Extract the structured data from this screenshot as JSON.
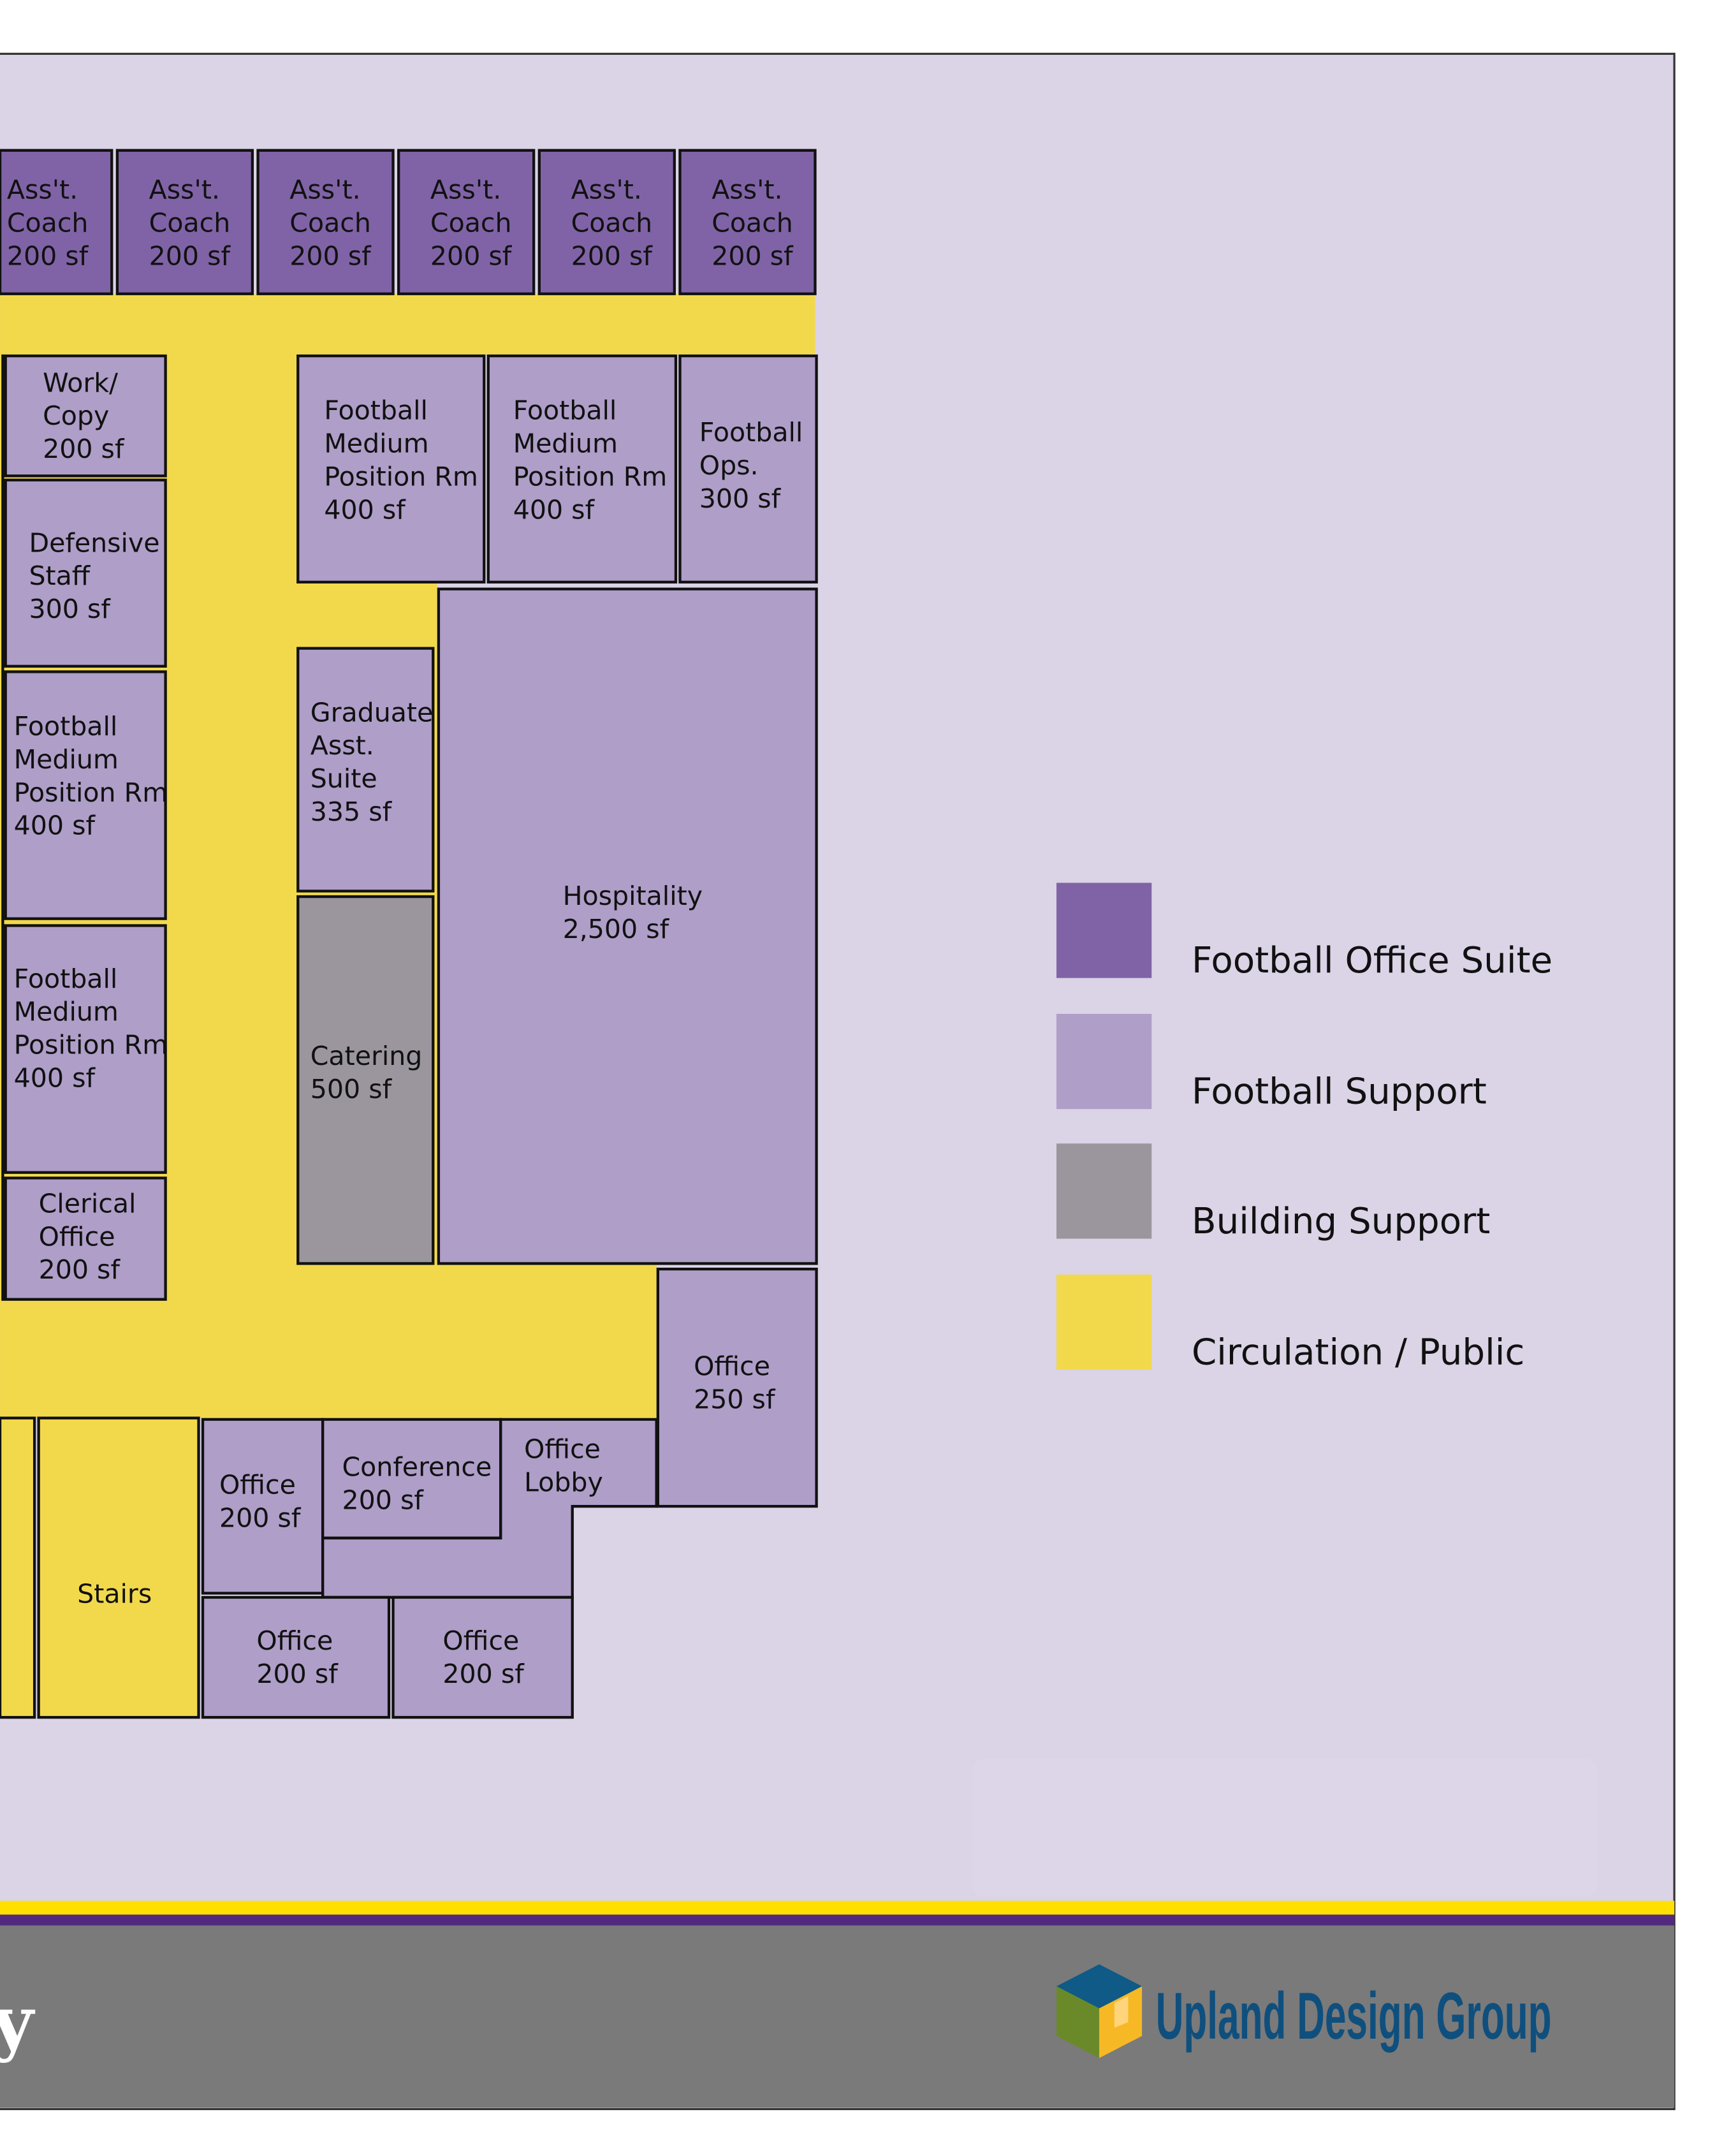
{
  "colors": {
    "background": "#dbd3e6",
    "football_office_suite": "#8063a6",
    "football_support": "#ae9ec8",
    "building_support": "#9b969e",
    "circulation_public": "#f2d94c",
    "footer_yellow": "#ffe000",
    "footer_purple": "#52297f",
    "footer_gray": "#7a7a7a",
    "logo_blue": "#0f4f7e"
  },
  "rooms": [
    {
      "lines": [
        "Ass't.",
        "Coach",
        "200 sf"
      ],
      "category": "football_office_suite"
    },
    {
      "lines": [
        "Ass't.",
        "Coach",
        "200 sf"
      ],
      "category": "football_office_suite"
    },
    {
      "lines": [
        "Ass't.",
        "Coach",
        "200 sf"
      ],
      "category": "football_office_suite"
    },
    {
      "lines": [
        "Ass't.",
        "Coach",
        "200 sf"
      ],
      "category": "football_office_suite"
    },
    {
      "lines": [
        "Ass't.",
        "Coach",
        "200 sf"
      ],
      "category": "football_office_suite"
    },
    {
      "lines": [
        "Ass't.",
        "Coach",
        "200 sf"
      ],
      "category": "football_office_suite"
    },
    {
      "lines": [
        "Work/",
        "Copy",
        "200 sf"
      ],
      "category": "football_support"
    },
    {
      "lines": [
        "Defensive",
        "Staff",
        "300 sf"
      ],
      "category": "football_support"
    },
    {
      "lines": [
        "Football",
        "Medium",
        "Position Rm",
        "400 sf"
      ],
      "category": "football_support"
    },
    {
      "lines": [
        "Football",
        "Medium",
        "Position Rm",
        "400 sf"
      ],
      "category": "football_support"
    },
    {
      "lines": [
        "Clerical",
        "Office",
        "200 sf"
      ],
      "category": "football_support"
    },
    {
      "lines": [
        "Football",
        "Medium",
        "Position Rm",
        "400 sf"
      ],
      "category": "football_support"
    },
    {
      "lines": [
        "Football",
        "Medium",
        "Position Rm",
        "400 sf"
      ],
      "category": "football_support"
    },
    {
      "lines": [
        "Football",
        "Ops.",
        "300 sf"
      ],
      "category": "football_support"
    },
    {
      "lines": [
        "Graduate",
        "Asst.",
        "Suite",
        "335 sf"
      ],
      "category": "football_support"
    },
    {
      "lines": [
        "Catering",
        "500 sf"
      ],
      "category": "building_support"
    },
    {
      "lines": [
        "Hospitality",
        "2,500 sf"
      ],
      "category": "football_support"
    },
    {
      "lines": [
        "Office",
        "250 sf"
      ],
      "category": "football_support"
    },
    {
      "lines": [
        "Stairs"
      ],
      "category": "circulation_public"
    },
    {
      "lines": [
        "Office",
        "200 sf"
      ],
      "category": "football_support"
    },
    {
      "lines": [
        "Conference",
        "200 sf"
      ],
      "category": "football_support"
    },
    {
      "lines": [
        "Office",
        "Lobby"
      ],
      "category": "football_support"
    },
    {
      "lines": [
        "Office",
        "200 sf"
      ],
      "category": "football_support"
    },
    {
      "lines": [
        "Office",
        "200 sf"
      ],
      "category": "football_support"
    }
  ],
  "legend": [
    {
      "label": "Football Office Suite",
      "category": "football_office_suite"
    },
    {
      "label": "Football Support",
      "category": "football_support"
    },
    {
      "label": "Building Support",
      "category": "building_support"
    },
    {
      "label": "Circulation / Public",
      "category": "circulation_public"
    }
  ],
  "footer": {
    "title_fragment": "y",
    "logo_text": "Upland Design Group"
  }
}
